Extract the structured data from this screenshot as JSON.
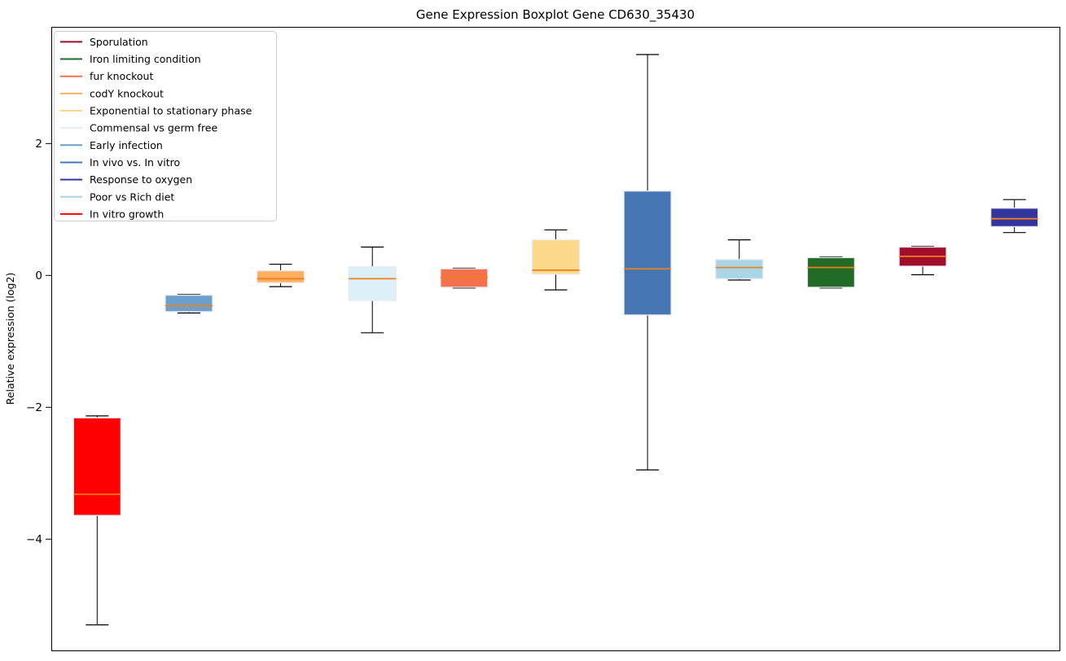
{
  "chart_data": {
    "type": "boxplot",
    "title": "Gene Expression Boxplot Gene CD630_35430",
    "ylabel": "Relative expression (log2)",
    "xlabel": "",
    "ylim": [
      -5.7,
      3.77
    ],
    "yticks": [
      2,
      0,
      -2,
      -4
    ],
    "ytick_labels": [
      "2",
      "0",
      "−2",
      "−4"
    ],
    "grid": false,
    "legend_position": "upper-left",
    "median_color": "#EF7F1A",
    "whisker_color": "#000000",
    "box_edge_color": "#E9E9F2",
    "frame_color": "#000000",
    "series": [
      {
        "name": "In vitro growth",
        "color": "#FF0000",
        "whisker_low": -5.3,
        "q1": -3.64,
        "median": -3.32,
        "q3": -2.16,
        "whisker_high": -2.13
      },
      {
        "name": "Early infection",
        "color": "#6CA0CC",
        "whisker_low": -0.57,
        "q1": -0.55,
        "median": -0.46,
        "q3": -0.3,
        "whisker_high": -0.29
      },
      {
        "name": "codY knockout",
        "color": "#FDAE61",
        "whisker_low": -0.17,
        "q1": -0.11,
        "median": -0.05,
        "q3": 0.07,
        "whisker_high": 0.17
      },
      {
        "name": "Commensal vs germ free",
        "color": "#DEF0F7",
        "whisker_low": -0.87,
        "q1": -0.38,
        "median": -0.05,
        "q3": 0.13,
        "whisker_high": 0.43
      },
      {
        "name": "fur knockout",
        "color": "#F4714E",
        "whisker_low": -0.19,
        "q1": -0.18,
        "median": -0.03,
        "q3": 0.1,
        "whisker_high": 0.11
      },
      {
        "name": "Exponential to stationary phase",
        "color": "#FCD98A",
        "whisker_low": -0.22,
        "q1": 0.02,
        "median": 0.08,
        "q3": 0.54,
        "whisker_high": 0.69
      },
      {
        "name": "In vivo vs. In vitro",
        "color": "#4677B4",
        "whisker_low": -2.95,
        "q1": -0.6,
        "median": 0.1,
        "q3": 1.28,
        "whisker_high": 3.35
      },
      {
        "name": "Poor vs Rich diet",
        "color": "#A8D6E6",
        "whisker_low": -0.07,
        "q1": -0.05,
        "median": 0.12,
        "q3": 0.24,
        "whisker_high": 0.54
      },
      {
        "name": "Iron limiting condition",
        "color": "#226B26",
        "whisker_low": -0.19,
        "q1": -0.18,
        "median": 0.12,
        "q3": 0.27,
        "whisker_high": 0.28
      },
      {
        "name": "Sporulation",
        "color": "#A00E2B",
        "whisker_low": 0.01,
        "q1": 0.14,
        "median": 0.29,
        "q3": 0.43,
        "whisker_high": 0.44
      },
      {
        "name": "Response to oxygen",
        "color": "#32359C",
        "whisker_low": 0.65,
        "q1": 0.74,
        "median": 0.86,
        "q3": 1.02,
        "whisker_high": 1.15
      }
    ],
    "legend": [
      {
        "label": "Sporulation",
        "color": "#A00E2B"
      },
      {
        "label": "Iron limiting condition",
        "color": "#226B26"
      },
      {
        "label": "fur knockout",
        "color": "#F4714E"
      },
      {
        "label": "codY knockout",
        "color": "#FDAE61"
      },
      {
        "label": "Exponential to stationary phase",
        "color": "#FCD98A"
      },
      {
        "label": "Commensal vs germ free",
        "color": "#DEF0F7"
      },
      {
        "label": "Early infection",
        "color": "#6CA0CC"
      },
      {
        "label": "In vivo vs. In vitro",
        "color": "#4677B4"
      },
      {
        "label": "Response to oxygen",
        "color": "#32359C"
      },
      {
        "label": "Poor vs Rich diet",
        "color": "#A8D6E6"
      },
      {
        "label": "In vitro growth",
        "color": "#FF0000"
      }
    ]
  }
}
